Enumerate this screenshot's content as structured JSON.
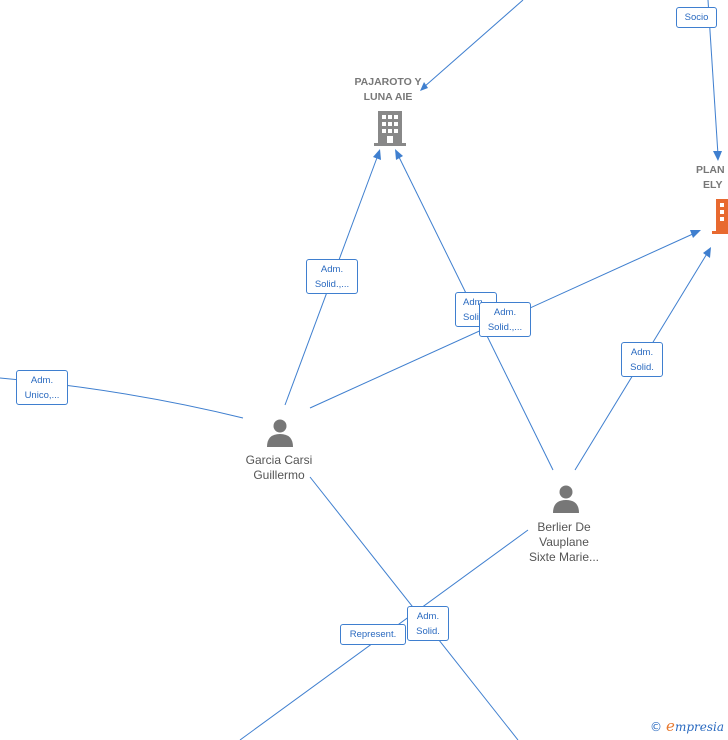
{
  "companies": {
    "pajaroto": {
      "line1": "PAJAROTO Y",
      "line2": "LUNA AIE",
      "icon": "building-icon",
      "color": "#888888"
    },
    "plan": {
      "line1": "PLAN",
      "line2": "ELY",
      "icon": "building-icon",
      "color": "#e8692f"
    }
  },
  "persons": {
    "garcia": {
      "line1": "Garcia Carsi",
      "line2": "Guillermo",
      "icon": "person-icon"
    },
    "berlier": {
      "line1": "Berlier De",
      "line2": "Vauplane",
      "line3": "Sixte Marie..."
    }
  },
  "edge_labels": {
    "socio": {
      "line1": "Socio"
    },
    "garcia_pajaroto": {
      "line1": "Adm.",
      "line2": "Solid.,..."
    },
    "berlier_pajaroto": {
      "line1": "Adm.",
      "line2": "Solid...."
    },
    "garcia_plan": {
      "line1": "Adm.",
      "line2": "Solid.,..."
    },
    "berlier_plan": {
      "line1": "Adm.",
      "line2": "Solid."
    },
    "garcia_left": {
      "line1": "Adm.",
      "line2": "Unico,..."
    },
    "garcia_bottom": {
      "line1": "Adm.",
      "line2": "Solid."
    },
    "berlier_bottom": {
      "line1": "Represent."
    }
  },
  "brand": {
    "copyright": "©",
    "initial": "e",
    "rest": "mpresia"
  },
  "colors": {
    "edge": "#3f7fcf",
    "label_text": "#2a6ac0",
    "person_icon": "#777777"
  }
}
